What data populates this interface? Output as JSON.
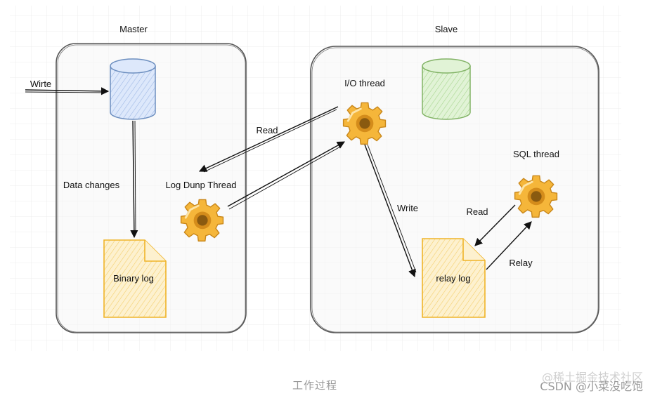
{
  "master": {
    "title": "Master",
    "write_label": "Wirte",
    "data_changes_label": "Data changes",
    "log_dump_label": "Log Dunp Thread",
    "binary_log_label": "Binary log"
  },
  "slave": {
    "title": "Slave",
    "io_thread_label": "I/O thread",
    "sql_thread_label": "SQL thread",
    "relay_log_label": "relay log"
  },
  "arrows": {
    "read_label": "Read",
    "write_label": "Write",
    "read2_label": "Read",
    "relay_label": "Relay"
  },
  "caption": "工作过程",
  "watermark": {
    "line1": "@稀土掘金技术社区",
    "line2": "CSDN @小菜没吃饱"
  },
  "colors": {
    "master_db": "#6c8ebf",
    "slave_db": "#82b366",
    "log_file": "#f0b429",
    "gear": "#f5a623"
  }
}
